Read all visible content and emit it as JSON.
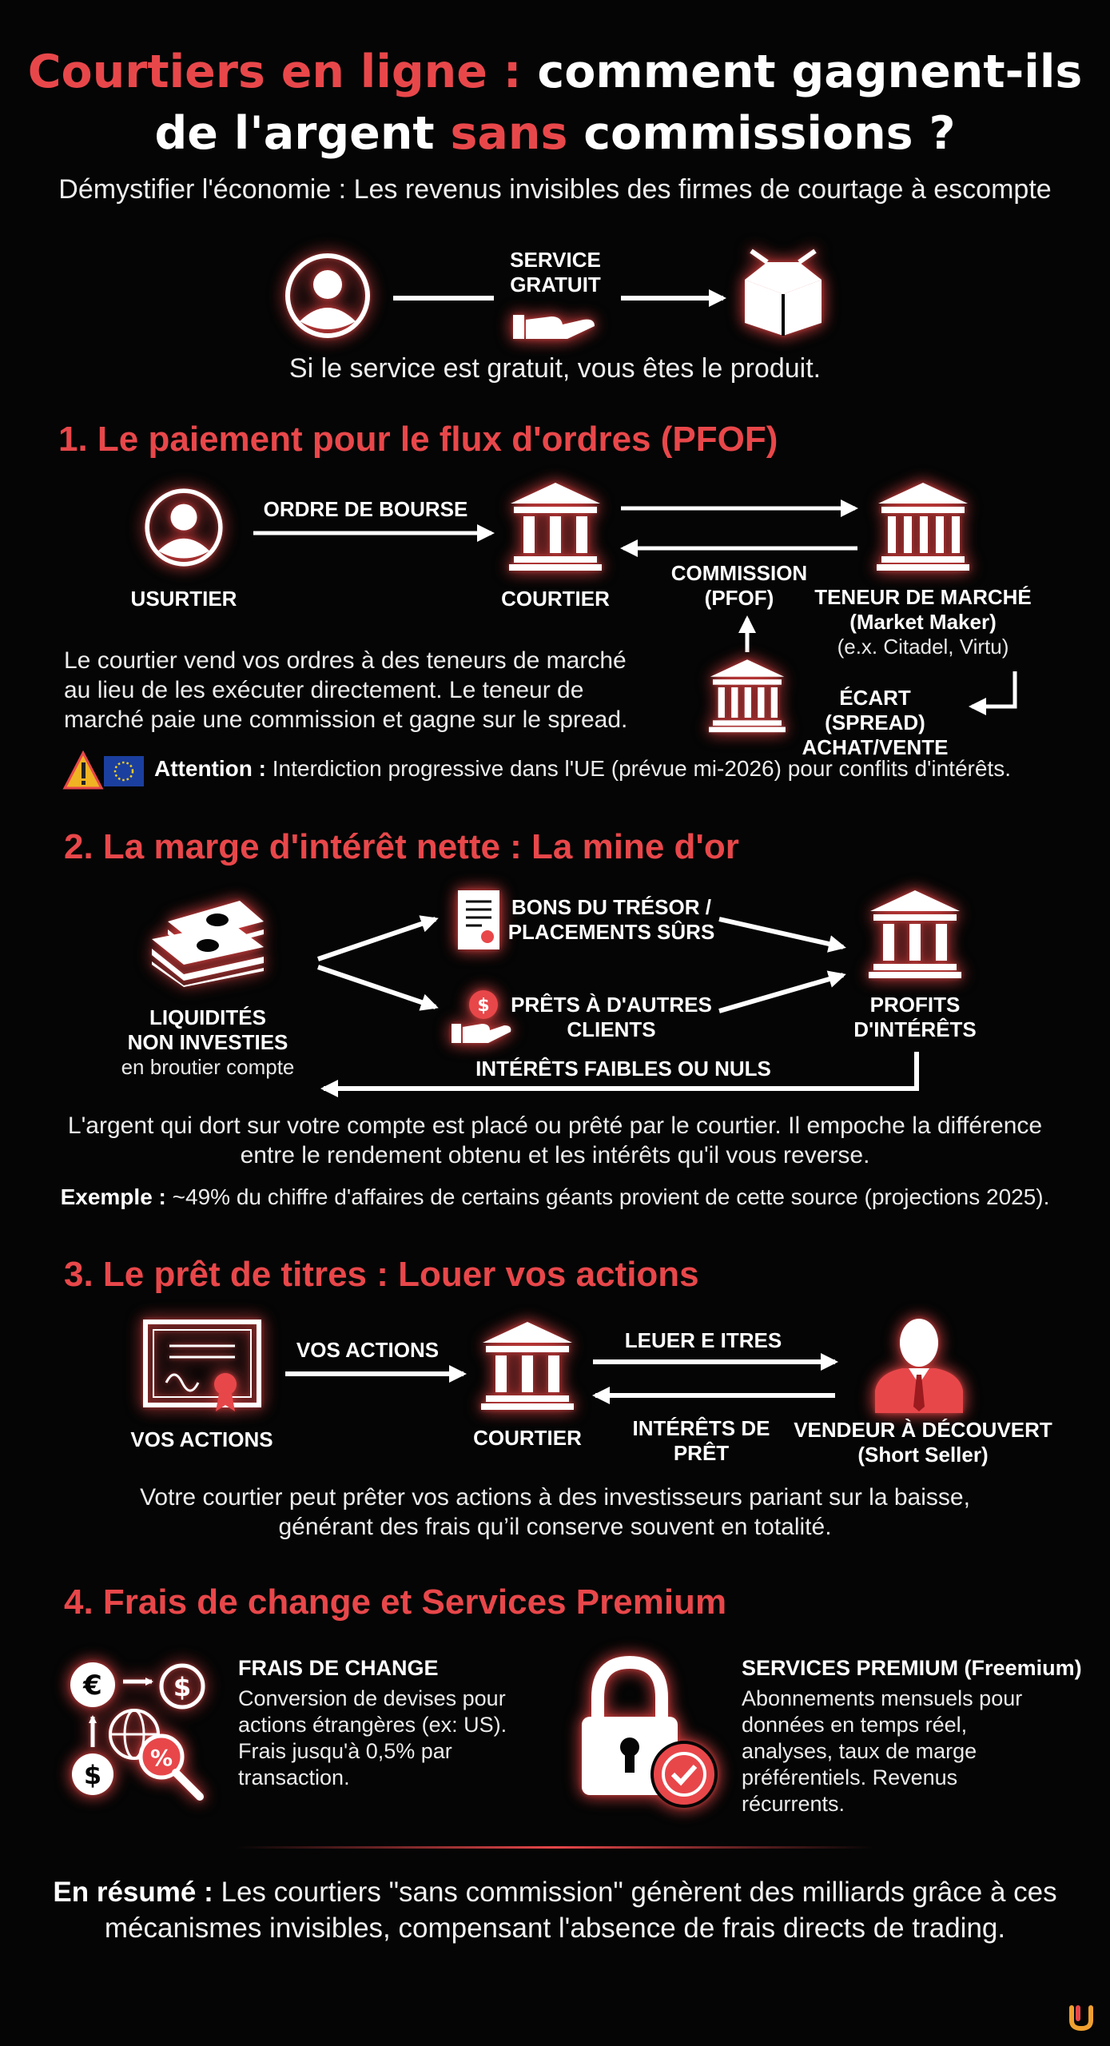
{
  "header": {
    "title_part1": "Courtiers en ligne :",
    "title_part2": "comment gagnent-ils",
    "title_part3": "de l'argent",
    "title_part4": "sans",
    "title_part5": "commissions ?",
    "subtitle": "Démystifier l'économie : Les revenus invisibles des firmes de courtage à escompte"
  },
  "intro": {
    "service_label_line1": "SERVICE",
    "service_label_line2": "GRATUIT",
    "caption": "Si le service est gratuit, vous êtes le produit."
  },
  "section1": {
    "title": "1. Le paiement pour le flux d'ordres (PFOF)",
    "user_label": "USURTIER",
    "order_label": "ORDRE DE BOURSE",
    "broker_label": "COURTIER",
    "commission_line1": "COMMISSION",
    "commission_line2": "(PFOF)",
    "market_maker_line1": "TENEUR DE MARCHÉ",
    "market_maker_line2": "(Market Maker)",
    "market_maker_line3": "(e.x. Citadel, Virtu)",
    "spread_line1": "ÉCART (SPREAD)",
    "spread_line2": "ACHAT/VENTE",
    "description_line1": "Le courtier vend vos ordres à des teneurs de marché",
    "description_line2": "au lieu de les exécuter directement. Le teneur de",
    "description_line3": "marché paie une commission et gagne sur le spread.",
    "warning_bold": "Attention :",
    "warning_text": "Interdiction progressive dans l'UE (prévue mi-2026) pour conflits d'intérêts."
  },
  "section2": {
    "title": "2. La marge d'intérêt nette : La mine d'or",
    "cash_line1": "LIQUIDITÉS",
    "cash_line2": "NON INVESTIES",
    "cash_line3": "en broutier compte",
    "treasury_line1": "BONS DU TRÉSOR /",
    "treasury_line2": "PLACEMENTS SÛRS",
    "loans_line1": "PRÊTS À D'AUTRES",
    "loans_line2": "CLIENTS",
    "profits_line1": "PROFITS",
    "profits_line2": "D'INTÉRÊTS",
    "low_interest": "INTÉRÊTS FAIBLES OU NULS",
    "description_line1": "L'argent qui dort sur votre compte est placé ou prêté par le courtier. Il empoche la différence",
    "description_line2": "entre le rendement obtenu et les intérêts qu'il vous reverse.",
    "example_bold": "Exemple :",
    "example_text": "~49% du chiffre d'affaires de certains géants provient de cette source (projections 2025)."
  },
  "section3": {
    "title": "3. Le prêt de titres : Louer vos actions",
    "your_shares_arrow": "VOS ACTIONS",
    "your_shares_label": "VOS ACTIONS",
    "broker_label": "COURTIER",
    "lend_label": "LEUER E ITRES",
    "loan_interest": "INTÉRÊTS DE PRÊT",
    "short_seller_line1": "VENDEUR À DÉCOUVERT",
    "short_seller_line2": "(Short Seller)",
    "description_line1": "Votre courtier peut prêter vos actions à des investisseurs pariant sur la baisse,",
    "description_line2": "générant des frais qu’il conserve souvent en totalité."
  },
  "section4": {
    "title": "4. Frais de change et Services Premium",
    "fx_title": "FRAIS DE CHANGE",
    "fx_line1": "Conversion de devises pour",
    "fx_line2": "actions étrangères (ex: US).",
    "fx_line3": "Frais jusqu'à 0,5% par",
    "fx_line4": "transaction.",
    "premium_title": "SERVICES PREMIUM (Freemium)",
    "premium_line1": "Abonnements mensuels pour",
    "premium_line2": "données en temps réel,",
    "premium_line3": "analyses, taux de marge",
    "premium_line4": "préférentiels. Revenus",
    "premium_line5": "récurrents."
  },
  "summary": {
    "bold": "En résumé :",
    "line1": "Les courtiers \"sans commission\" génèrent des milliards grâce à ces",
    "line2": "mécanismes invisibles, compensant l'absence de frais directs de trading."
  },
  "colors": {
    "accent": "#e8474a",
    "background": "#050505",
    "text": "#ffffff"
  }
}
